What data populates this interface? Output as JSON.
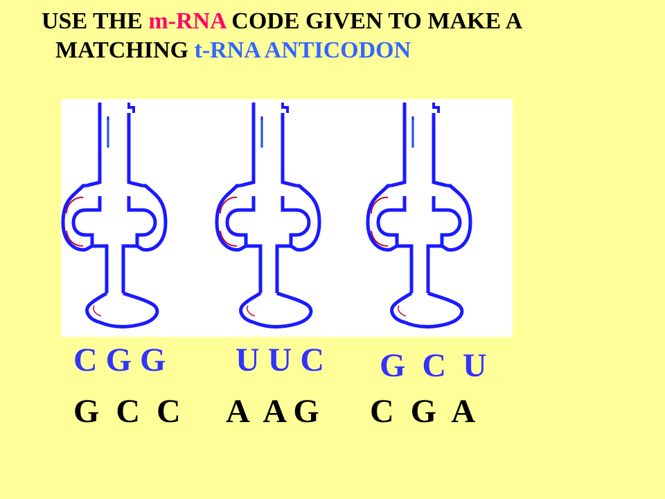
{
  "title": {
    "line1_prefix": "USE THE ",
    "line1_mrna": "m-RNA",
    "line1_suffix": " CODE GIVEN TO MAKE A",
    "line2_prefix": "MATCHING ",
    "line2_trna": "t-RNA ANTICODON"
  },
  "anticodons": [
    "C G G",
    "U U C",
    "G  C  U"
  ],
  "codons": [
    "G  C  C",
    "A  A G",
    "C  G  A"
  ],
  "colors": {
    "background": "#ffff99",
    "mrna_word": "#ff0066",
    "trna_word": "#3366ff",
    "trna_outline": "#1a1aff",
    "loop_accent": "#cc0033",
    "anticodon_text": "#3333ff",
    "codon_text": "#000000"
  },
  "diagram": {
    "molecule_count": 3,
    "molecule_icon": "trna-cloverleaf-icon"
  }
}
